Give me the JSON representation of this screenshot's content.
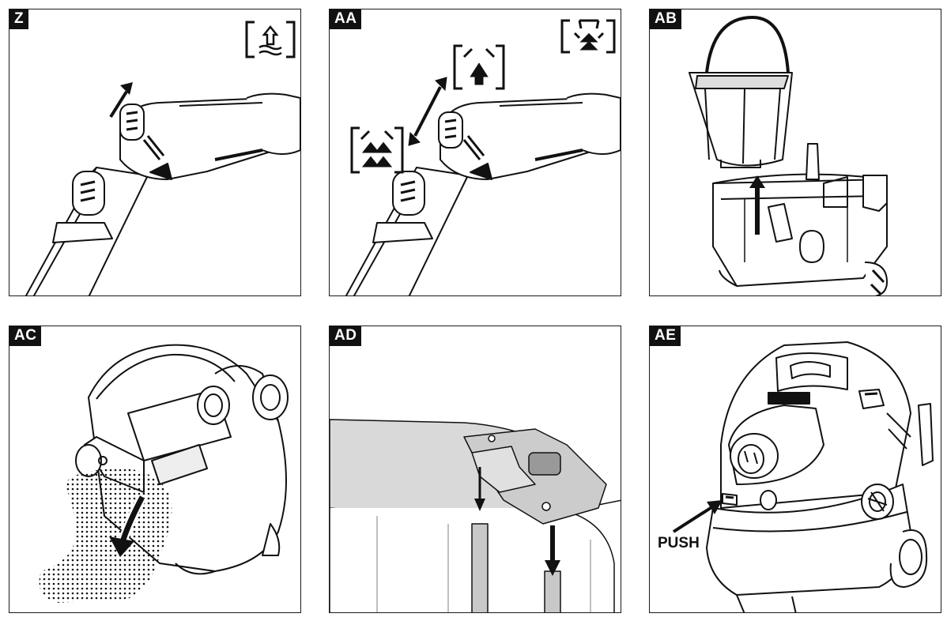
{
  "panels": [
    {
      "label": "Z"
    },
    {
      "label": "AA"
    },
    {
      "label": "AB"
    },
    {
      "label": "AC"
    },
    {
      "label": "AD"
    },
    {
      "label": "AE",
      "callout": "PUSH"
    }
  ],
  "icons": {
    "z_corner": "raise-water-level-icon",
    "aa_corner": "suction-power-icon",
    "aa_low": "reduced-suction-icon",
    "aa_high": "full-suction-icon"
  },
  "colors": {
    "ink": "#111111",
    "fill_gray": "#d9d9d9",
    "paper": "#ffffff"
  }
}
